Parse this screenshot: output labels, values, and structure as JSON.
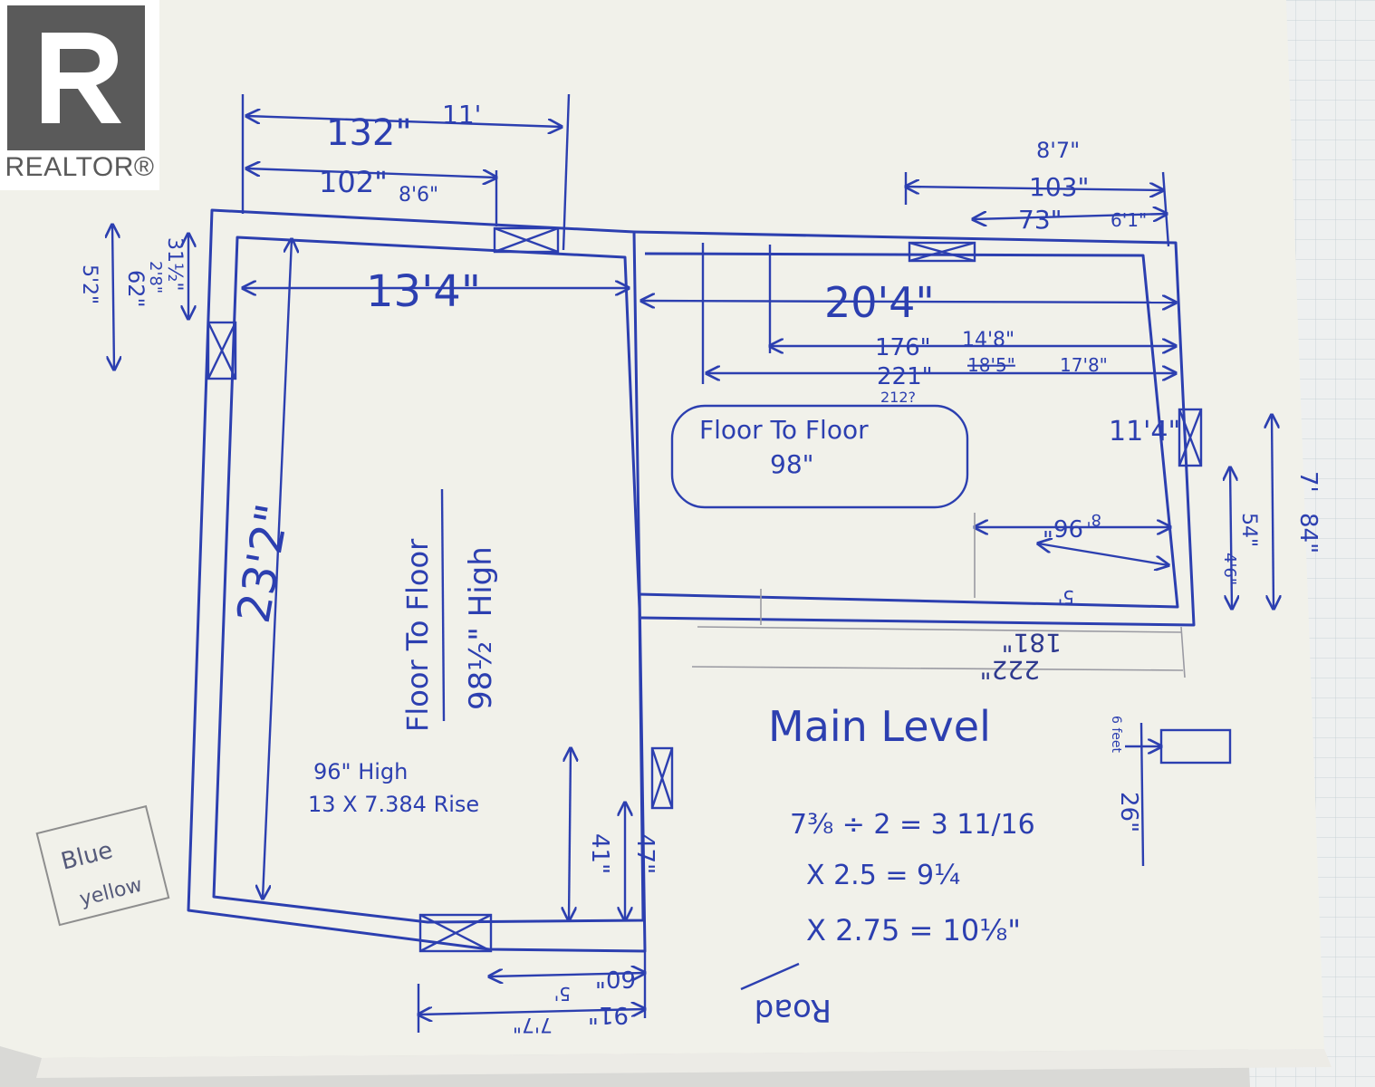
{
  "logo": {
    "wordmark": "REALTOR®"
  },
  "dimensions": {
    "d132": "132\"",
    "d11ft": "11'",
    "d102": "102\"",
    "d86": "8'6\"",
    "d87": "8'7\"",
    "d103": "103\"",
    "d73": "73\"",
    "d61": "6'1\"",
    "d1334": "13'4\"",
    "d2034": "20'4\"",
    "d176": "176\"",
    "d148": "14'8\"",
    "d221": "221\"",
    "d1815": "18'5\"",
    "d1718": "17'8\"",
    "d212": "212?",
    "d1134": "11'4\"",
    "d232": "23'2\"",
    "d312": "31½\"",
    "d28": "2'8\"",
    "d62": "62\"",
    "d52": "5'2\"",
    "d84": "84\"",
    "d7ft": "7'",
    "d54": "54\"",
    "d46": "4'6\"",
    "d96b": "96\"",
    "d8ft": "8'",
    "d5ft": "5'",
    "d181": "181\"",
    "d222": "222\"",
    "d41": "41\"",
    "d47": "47\"",
    "d60": "60\"",
    "d5ft2": "5'",
    "d91": "91\"",
    "d77": "7'7\"",
    "d26": "26\"",
    "d6feet": "6 feet"
  },
  "notes": {
    "floor_to_floor_main": "Floor To Floor",
    "floor_to_floor_main_value": "98\"",
    "floor_to_floor_left": "Floor To Floor",
    "floor_to_floor_left_value": "98½\" High",
    "high_96": "96\" High",
    "rise": "13 X 7.384 Rise",
    "main_level": "Main Level",
    "calc1": "7⅜ ÷ 2 = 3 11/16",
    "calc2": "X 2.5 = 9¼",
    "calc3": "X 2.75 = 10⅛\"",
    "road": "Road",
    "blue": "Blue",
    "yellow": "yellow"
  },
  "colors": {
    "ink": "#2c3fb0",
    "paper": "#f1f1ea",
    "grid_paper": "#eef0f0",
    "background": "#d9d9d6"
  }
}
